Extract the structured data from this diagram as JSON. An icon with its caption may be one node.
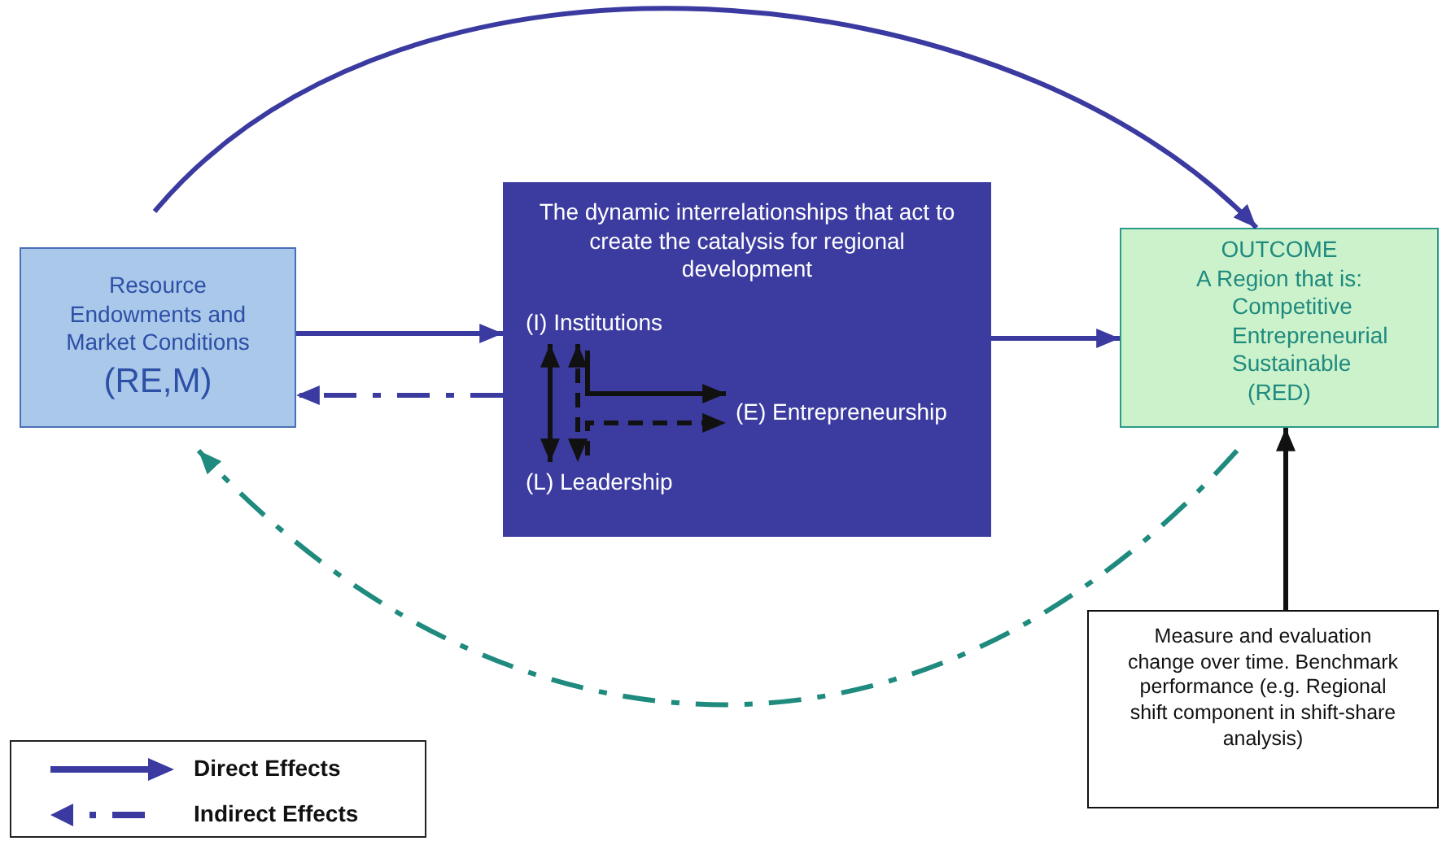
{
  "diagram": {
    "nodes": [
      {
        "text": [
          "Resource Endowments and Market Conditions",
          "(RE,M)"
        ]
      },
      {
        "text": [
          "The dynamic interrelationships that act to create the catalysis for regional development"
        ]
      },
      {
        "text": [
          "(I) Institutions"
        ],
        "in": 1
      },
      {
        "text": [
          "(L) Leadership"
        ],
        "in": 1
      },
      {
        "text": [
          "(E) Entrepreneurship"
        ],
        "in": 1
      },
      {
        "text": [
          "OUTCOME",
          "A Region that is:",
          "Competitive",
          "Entrepreneurial",
          "Sustainable",
          "(RED)"
        ]
      },
      {
        "text": [
          "Measure and evaluation change over time. Benchmark performance (e.g. Regional shift component in shift-share analysis)"
        ]
      }
    ],
    "edges": [
      {
        "from": 0,
        "to": 1,
        "arrow": "to",
        "color": "#3a3aa0"
      },
      {
        "from": 1,
        "to": 0,
        "arrow": "to",
        "style": "dashed",
        "color": "#3a3aa0"
      },
      {
        "from": 1,
        "to": 5,
        "arrow": "to",
        "color": "#3a3aa0"
      },
      {
        "from": 0,
        "to": 5,
        "arrow": "to",
        "color": "#3a3aa0"
      },
      {
        "from": 5,
        "to": 0,
        "arrow": "to",
        "style": "dashed",
        "color": "#1f8a7e"
      },
      {
        "from": 6,
        "to": 5,
        "arrow": "to"
      },
      {
        "from": 2,
        "to": 3,
        "arrow": "both"
      },
      {
        "from": 2,
        "to": 3,
        "arrow": "both",
        "style": "dashed"
      },
      {
        "from": 2,
        "to": 4,
        "arrow": "to"
      },
      {
        "from": 3,
        "to": 4,
        "arrow": "to",
        "style": "dashed"
      }
    ],
    "legend": [
      {
        "text": "Direct Effects"
      },
      {
        "text": "Indirect Effects"
      }
    ]
  }
}
